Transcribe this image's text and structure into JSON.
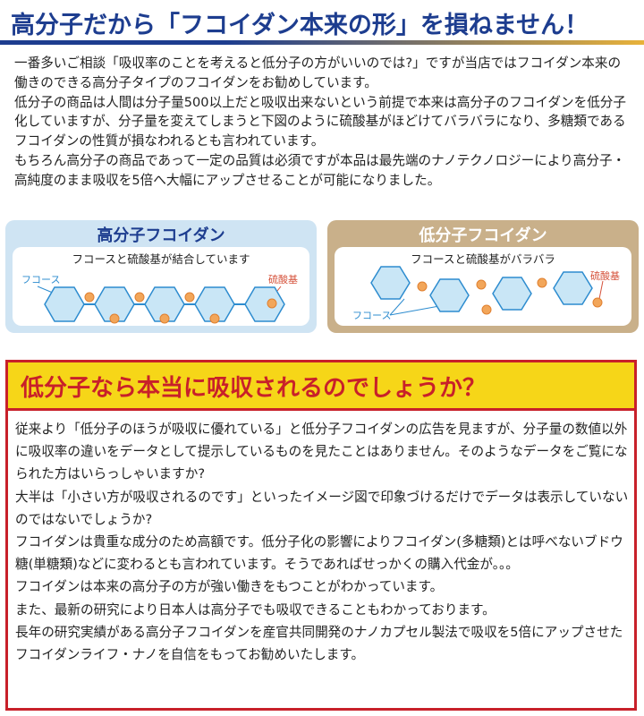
{
  "title": "高分子だから「フコイダン本来の形」を損ねません！",
  "intro": [
    "一番多いご相談「吸収率のことを考えると低分子の方がいいのでは?」ですが当店ではフコイダン本来の働きのできる高分子タイプのフコイダンをお勧めしています。",
    "低分子の商品は人間は分子量500以上だと吸収出来ないという前提で本来は高分子のフコイダンを低分子化していますが、分子量を変えてしまうと下図のように硫酸基がほどけてバラバラになり、多糖類であるフコイダンの性質が損なわれるとも言われています。",
    "もちろん高分子の商品であって一定の品質は必須ですが本品は最先端のナノテクノロジーにより高分子・高純度のまま吸収を5倍へ大幅にアップさせることが可能になりました。"
  ],
  "diagram_high": {
    "title": "高分子フコイダン",
    "caption": "フコースと硫酸基が結合しています",
    "label_fucose": "フコース",
    "label_sulfate": "硫酸基"
  },
  "diagram_low": {
    "title": "低分子フコイダン",
    "caption": "フコースと硫酸基がバラバラ",
    "label_fucose": "フコース",
    "label_sulfate": "硫酸基"
  },
  "section": {
    "title": "低分子なら本当に吸収されるのでしょうか？",
    "paragraphs": [
      "従来より「低分子のほうが吸収に優れている」と低分子フコイダンの広告を見ますが、分子量の数値以外に吸収率の違いをデータとして提示しているものを見たことはありません。そのようなデータをご覧になられた方はいらっしゃいますか?",
      "大半は「小さい方が吸収されるのです」といったイメージ図で印象づけるだけでデータは表示していないのではないでしょうか?",
      "フコイダンは貴重な成分のため高額です。低分子化の影響によりフコイダン(多糖類)とは呼べないブドウ糖(単糖類)などに変わるとも言われています。そうであればせっかくの購入代金が。。。",
      "フコイダンは本来の高分子の方が強い働きをもつことがわかっています。",
      "また、最新の研究により日本人は高分子でも吸収できることもわかっております。",
      "長年の研究実績がある高分子フコイダンを産官共同開発のナノカプセル製法で吸収を5倍にアップさせたフコイダンライフ・ナノを自信をもってお勧めいたします。"
    ]
  },
  "colors": {
    "title_navy": "#1d3d8f",
    "section_red": "#c8202a",
    "section_yellow": "#f6d618",
    "hexagon_fill": "#c9e6f6",
    "hexagon_stroke": "#2d8ccf",
    "sulfate_orange": "#f2a65a"
  }
}
